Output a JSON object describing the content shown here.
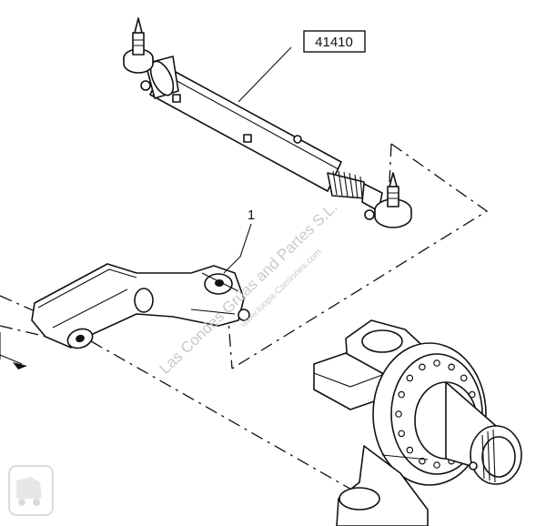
{
  "callouts": {
    "part_number": "41410",
    "item_number": "1"
  },
  "watermark": {
    "line1": "Las Condes Grúas and Partes S.L.",
    "line2": "www.tuopa-Camiones.com"
  },
  "icons": {
    "corner_logo": "truck-logo-icon"
  }
}
